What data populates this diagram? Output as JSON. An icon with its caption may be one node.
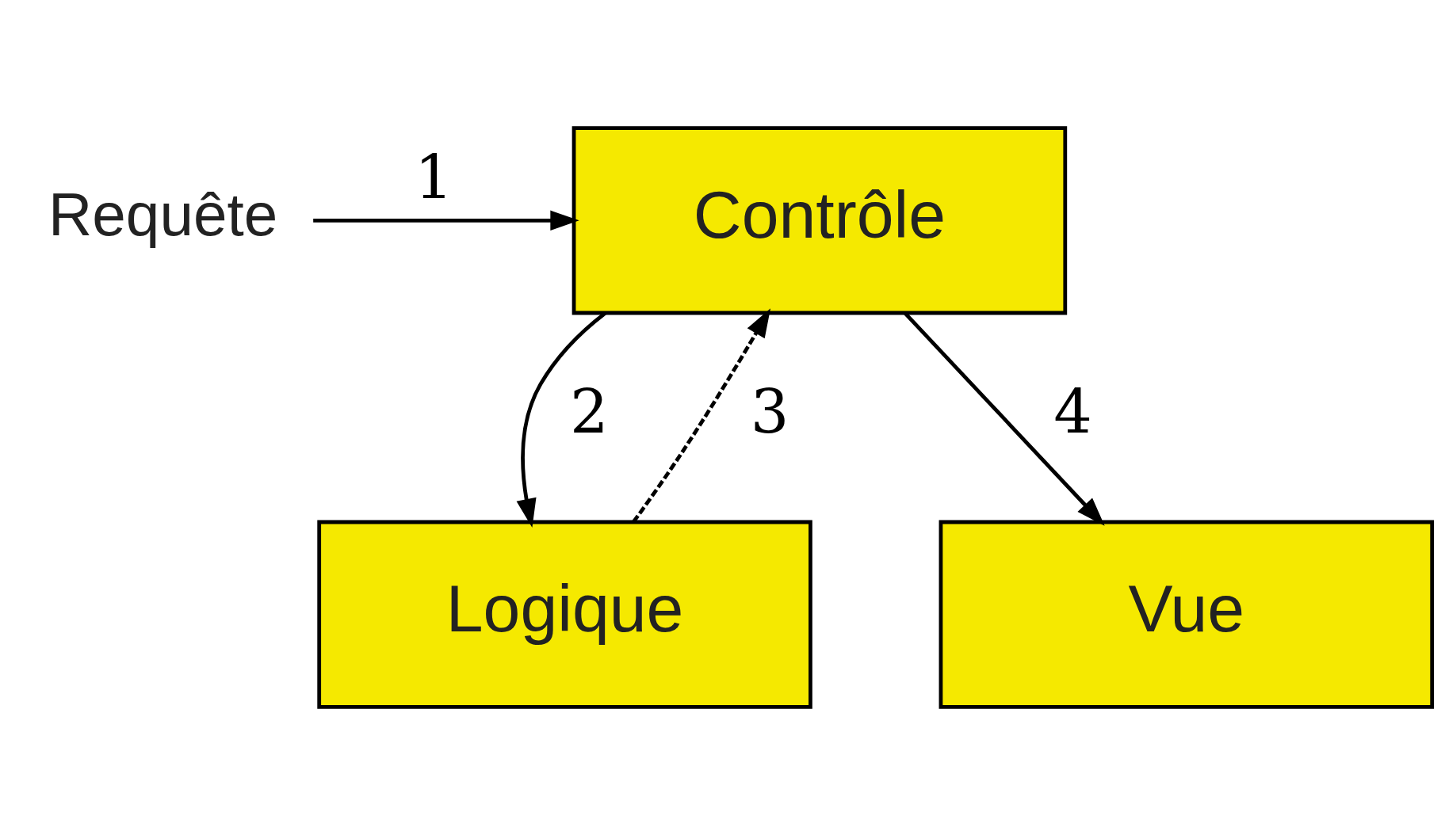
{
  "diagram": {
    "nodes": [
      {
        "text": [
          "Requête"
        ]
      },
      {
        "text": [
          "Contrôle"
        ]
      },
      {
        "text": [
          "Logique"
        ]
      },
      {
        "text": [
          "Vue"
        ]
      }
    ],
    "edges": [
      {
        "from": 0,
        "to": 1,
        "arrow": "to",
        "label": "1"
      },
      {
        "from": 1,
        "to": 2,
        "arrow": "to",
        "label": "2"
      },
      {
        "from": 2,
        "to": 1,
        "arrow": "to",
        "label": "3",
        "style": "dashed"
      },
      {
        "from": 1,
        "to": 3,
        "arrow": "to",
        "label": "4"
      }
    ]
  }
}
